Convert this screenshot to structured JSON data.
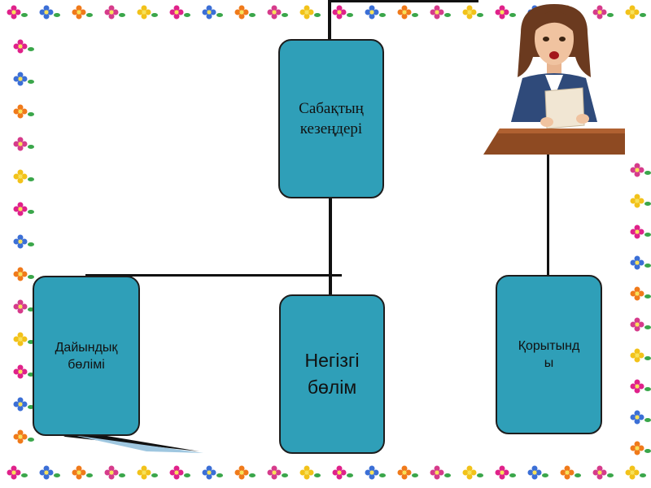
{
  "diagram": {
    "root": {
      "label": "Сабақтың\nкезеңдері"
    },
    "children": [
      {
        "id": "prep",
        "label": "Дайындық\nбөлімі"
      },
      {
        "id": "main",
        "label": "Негізгі\nбөлім"
      },
      {
        "id": "final",
        "label": "Қорытынд\nы"
      }
    ]
  },
  "colors": {
    "box_fill": "#2f9fb8",
    "box_border": "#1d1d1d",
    "connector": "#111111",
    "flower_colors": [
      "#e0218a",
      "#3b6fd6",
      "#f07a1a",
      "#d63b8b",
      "#f2c21a"
    ]
  },
  "illustration": {
    "icon": "teacher-at-podium-icon"
  }
}
